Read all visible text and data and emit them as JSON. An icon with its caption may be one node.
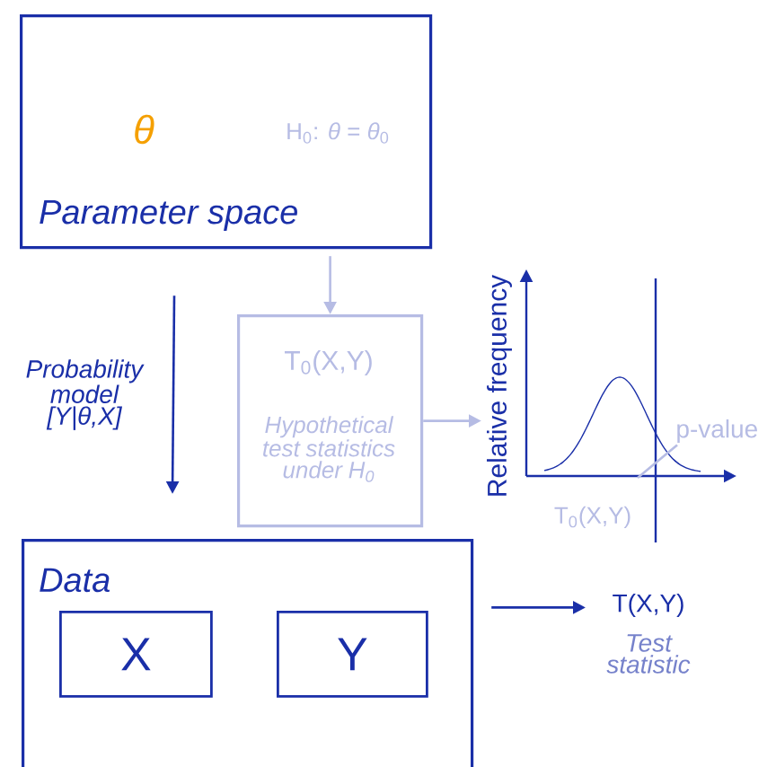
{
  "diagram": {
    "nodes": [
      {
        "text": [
          "θ",
          "H$_{0}$: *θ* = *θ*$_{0}$",
          "Parameter space"
        ]
      },
      {
        "text": [
          "T$_{0}$(X,Y)",
          "Hypothetical test statistics under H$_{0}$"
        ]
      },
      {
        "text": [],
        "shape": "picture"
      },
      {
        "text": [
          "p-value"
        ]
      },
      {
        "text": [
          "Data"
        ]
      },
      {
        "text": [
          "X"
        ],
        "in": 4
      },
      {
        "text": [
          "Y"
        ],
        "in": 4
      },
      {
        "text": [
          "T(X,Y)",
          "Test statistic"
        ]
      }
    ],
    "edges": [
      {
        "from": 0,
        "to": 1,
        "arrow": "to",
        "color": "#b6bce4"
      },
      {
        "from": 1,
        "to": 2,
        "arrow": "to",
        "color": "#b6bce4"
      },
      {
        "from": 0,
        "to": 4,
        "arrow": "to",
        "label": "Probability model [Y|*θ*,X]",
        "color": "#1a2fa8"
      },
      {
        "from": 3,
        "to": 2,
        "arrow": "none",
        "color": "#b6bce4"
      },
      {
        "from": 4,
        "to": 7,
        "arrow": "to",
        "color": "#1a2fa8"
      }
    ],
    "labels": [
      "Relative frequency",
      "T$_{0}$(X,Y)"
    ]
  }
}
